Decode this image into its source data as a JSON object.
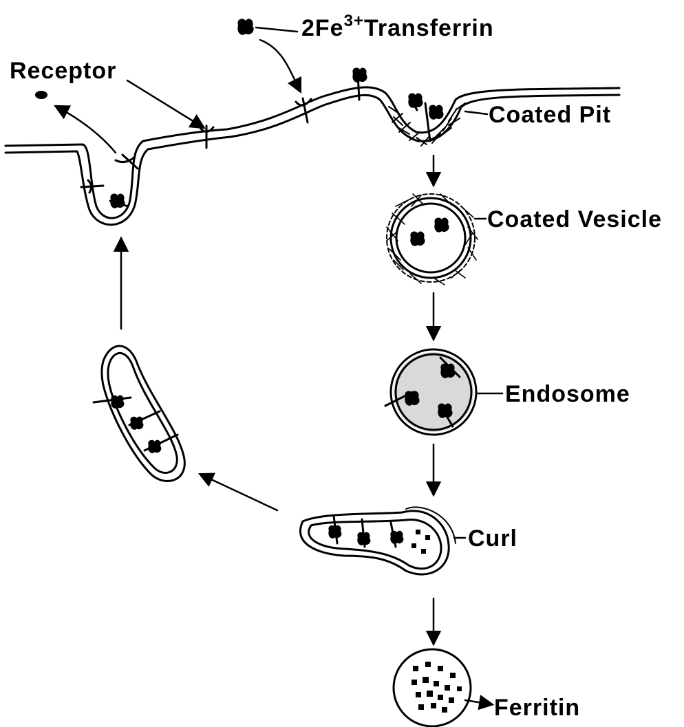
{
  "labels": {
    "transferrin_prefix": "2Fe",
    "transferrin_sup": "3+",
    "transferrin_name": "Transferrin",
    "receptor": "Receptor",
    "coated_pit": "Coated Pit",
    "coated_vesicle": "Coated Vesicle",
    "endosome": "Endosome",
    "curl": "Curl",
    "ferritin": "Ferritin"
  },
  "colors": {
    "ink": "#000000",
    "endosome_fill": "#d9d9d9",
    "background": "#ffffff"
  }
}
